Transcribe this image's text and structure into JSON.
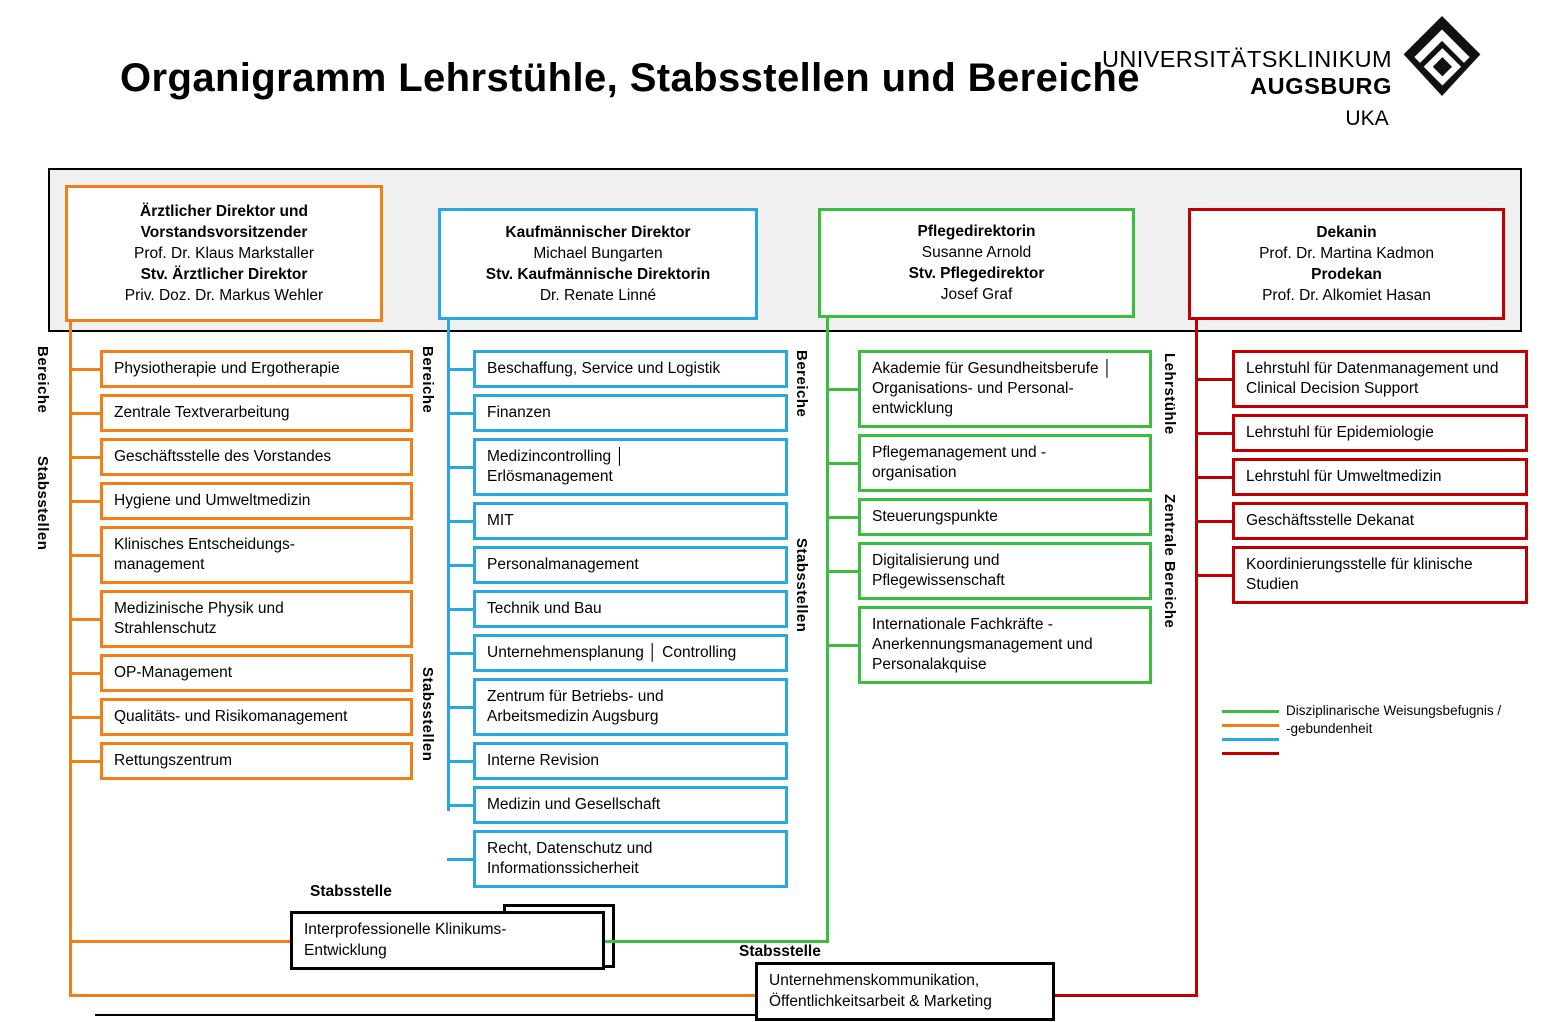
{
  "title": "Organigramm Lehrstühle, Stabsstellen und Bereiche",
  "logo": {
    "line1": "UNIVERSITÄTSKLINIKUM",
    "line2": "AUGSBURG",
    "abbr": "UKA"
  },
  "colors": {
    "orange": "#f07f17",
    "blue": "#29a8e0",
    "green": "#3bbd3f",
    "red": "#c00000",
    "black": "#000000",
    "band_bg": "#f0f0f0"
  },
  "directors": [
    {
      "color": "orange",
      "lines": [
        {
          "text": "Ärztlicher Direktor und",
          "bold": true
        },
        {
          "text": "Vorstandsvorsitzender",
          "bold": true
        },
        {
          "text": "Prof. Dr. Klaus Markstaller",
          "bold": false
        },
        {
          "text": "Stv. Ärztlicher Direktor",
          "bold": true
        },
        {
          "text": "Priv. Doz. Dr. Markus Wehler",
          "bold": false
        }
      ]
    },
    {
      "color": "blue",
      "lines": [
        {
          "text": "Kaufmännischer Direktor",
          "bold": true
        },
        {
          "text": "Michael Bungarten",
          "bold": false
        },
        {
          "text": "Stv. Kaufmännische Direktorin",
          "bold": true
        },
        {
          "text": "Dr. Renate Linné",
          "bold": false
        }
      ]
    },
    {
      "color": "green",
      "lines": [
        {
          "text": "Pflegedirektorin",
          "bold": true
        },
        {
          "text": "Susanne Arnold",
          "bold": false
        },
        {
          "text": "Stv. Pflegedirektor",
          "bold": true
        },
        {
          "text": "Josef Graf",
          "bold": false
        }
      ]
    },
    {
      "color": "red",
      "lines": [
        {
          "text": "Dekanin",
          "bold": true
        },
        {
          "text": "Prof. Dr. Martina Kadmon",
          "bold": false
        },
        {
          "text": "Prodekan",
          "bold": true
        },
        {
          "text": "Prof. Dr. Alkomiet Hasan",
          "bold": false
        }
      ]
    }
  ],
  "columns": [
    {
      "color": "orange",
      "labels": [
        "Bereiche",
        "Stabsstellen"
      ],
      "boxes": [
        [
          "Physiotherapie und Ergotherapie"
        ],
        [
          "Zentrale Textverarbeitung"
        ],
        [
          "Geschäftsstelle des Vorstandes"
        ],
        [
          "Hygiene und Umweltmedizin"
        ],
        [
          "Klinisches Entscheidungs-",
          "management"
        ],
        [
          "Medizinische Physik und",
          "Strahlenschutz"
        ],
        [
          "OP-Management"
        ],
        [
          "Qualitäts- und Risikomanagement"
        ],
        [
          "Rettungszentrum"
        ]
      ]
    },
    {
      "color": "blue",
      "labels": [
        "Bereiche",
        "Stabsstellen"
      ],
      "boxes": [
        [
          "Beschaffung, Service und Logistik"
        ],
        [
          "Finanzen"
        ],
        [
          "Medizincontrolling │",
          "Erlösmanagement"
        ],
        [
          "MIT"
        ],
        [
          "Personalmanagement"
        ],
        [
          "Technik und Bau"
        ],
        [
          "Unternehmensplanung │ Controlling"
        ],
        [
          "Zentrum für Betriebs- und",
          "Arbeitsmedizin Augsburg"
        ],
        [
          "Interne Revision"
        ],
        [
          "Medizin und Gesellschaft"
        ],
        [
          "Recht, Datenschutz und",
          "Informationssicherheit"
        ]
      ]
    },
    {
      "color": "green",
      "labels": [
        "Bereiche",
        "Stabsstellen"
      ],
      "boxes": [
        [
          "Akademie für Gesundheitsberufe │",
          "Organisations- und Personal-",
          "entwicklung"
        ],
        [
          "Pflegemanagement und -",
          "organisation"
        ],
        [
          "Steuerungspunkte"
        ],
        [
          "Digitalisierung und",
          "Pflegewissenschaft"
        ],
        [
          "Internationale Fachkräfte -",
          "Anerkennungsmanagement und",
          "Personalakquise"
        ]
      ]
    },
    {
      "color": "red",
      "labels": [
        "Lehrstühle",
        "Zentrale Bereiche"
      ],
      "boxes": [
        [
          "Lehrstuhl für Datenmanagement und",
          "Clinical Decision Support"
        ],
        [
          "Lehrstuhl für Epidemiologie"
        ],
        [
          "Lehrstuhl für Umweltmedizin"
        ],
        [
          "Geschäftsstelle Dekanat"
        ],
        [
          "Koordinierungsstelle für klinische",
          "Studien"
        ]
      ]
    }
  ],
  "legend": {
    "colors": [
      "#3bbd3f",
      "#f07f17",
      "#29a8e0",
      "#c00000"
    ],
    "label_line1": "Disziplinarische Weisungsbefugnis /",
    "label_line2": "-gebundenheit"
  },
  "staff_units": [
    {
      "label": "Stabsstelle",
      "lines": [
        "Interprofessionelle Klinikums-",
        "Entwicklung"
      ]
    },
    {
      "label": "Stabsstelle",
      "lines": [
        "Unternehmenskommunikation,",
        "Öffentlichkeitsarbeit & Marketing"
      ]
    }
  ]
}
